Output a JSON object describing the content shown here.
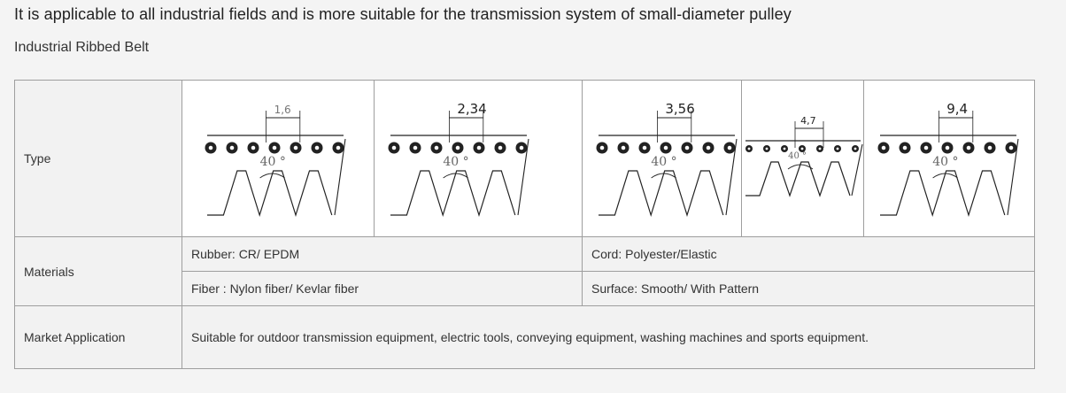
{
  "intro": "It is applicable to all industrial fields and is more suitable for the transmission system of small-diameter pulley",
  "subtitle": "Industrial Ribbed Belt",
  "table": {
    "type_label": "Type",
    "belts": [
      {
        "dimension": "1,6",
        "angle": "40 °"
      },
      {
        "dimension": "2,34",
        "angle": "40 °"
      },
      {
        "dimension": "3,56",
        "angle": "40 °"
      },
      {
        "dimension": "4,7",
        "angle": "40 °"
      },
      {
        "dimension": "9,4",
        "angle": "40 °"
      }
    ],
    "materials_label": "Materials",
    "rubber": "Rubber: CR/ EPDM",
    "cord": "Cord: Polyester/Elastic",
    "fiber": "Fiber : Nylon fiber/ Kevlar fiber",
    "surface": "Surface:  Smooth/ With Pattern",
    "market_label": "Market Application",
    "market_text": "Suitable for outdoor transmission equipment, electric tools, conveying equipment, washing machines and sports equipment."
  },
  "colors": {
    "border": "#9e9e9e",
    "cell_bg": "#f2f2f2",
    "image_bg": "#ffffff",
    "drawing": "#222222"
  }
}
